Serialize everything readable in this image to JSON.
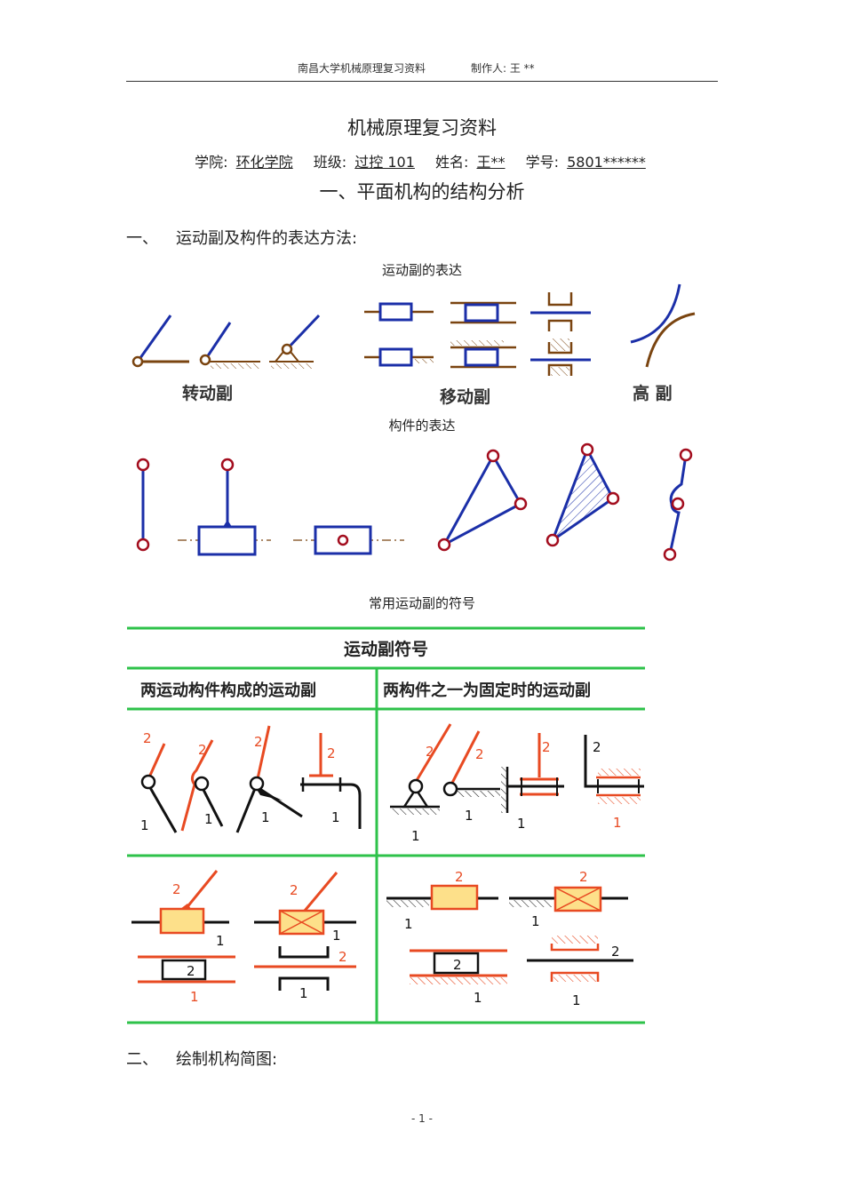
{
  "header": {
    "school_doc": "南昌大学机械原理复习资料",
    "author_label": "制作人: 王 **"
  },
  "doc": {
    "title": "机械原理复习资料",
    "info": {
      "college_label": "学院:",
      "college": "环化学院",
      "class_label": "班级:",
      "class": "过控 101",
      "name_label": "姓名:",
      "name": "王**",
      "id_label": "学号:",
      "id": "5801******"
    },
    "chapter_title": "一、平面机构的结构分析"
  },
  "sections": {
    "s1_num": "一、",
    "s1_title": "运动副及构件的表达方法:",
    "s2_num": "二、",
    "s2_title": "绘制机构简图:"
  },
  "figures": {
    "pair_caption": "运动副的表达",
    "revolute_label": "转动副",
    "prismatic_label": "移动副",
    "higher_label": "高 副",
    "link_caption": "构件的表达",
    "symbol_caption": "常用运动副的符号"
  },
  "symbol_table": {
    "title": "运动副符号",
    "col1": "两运动构件构成的运动副",
    "col2": "两构件之一为固定时的运动副",
    "n1": "1",
    "n2": "2"
  },
  "colors": {
    "blue": "#1b2fa8",
    "brown": "#7a4410",
    "red": "#a30d1e",
    "orange": "#e84a22",
    "green": "#2ec24a",
    "yellow_fill": "#fde08a"
  },
  "footer": {
    "page": "- 1 -"
  }
}
